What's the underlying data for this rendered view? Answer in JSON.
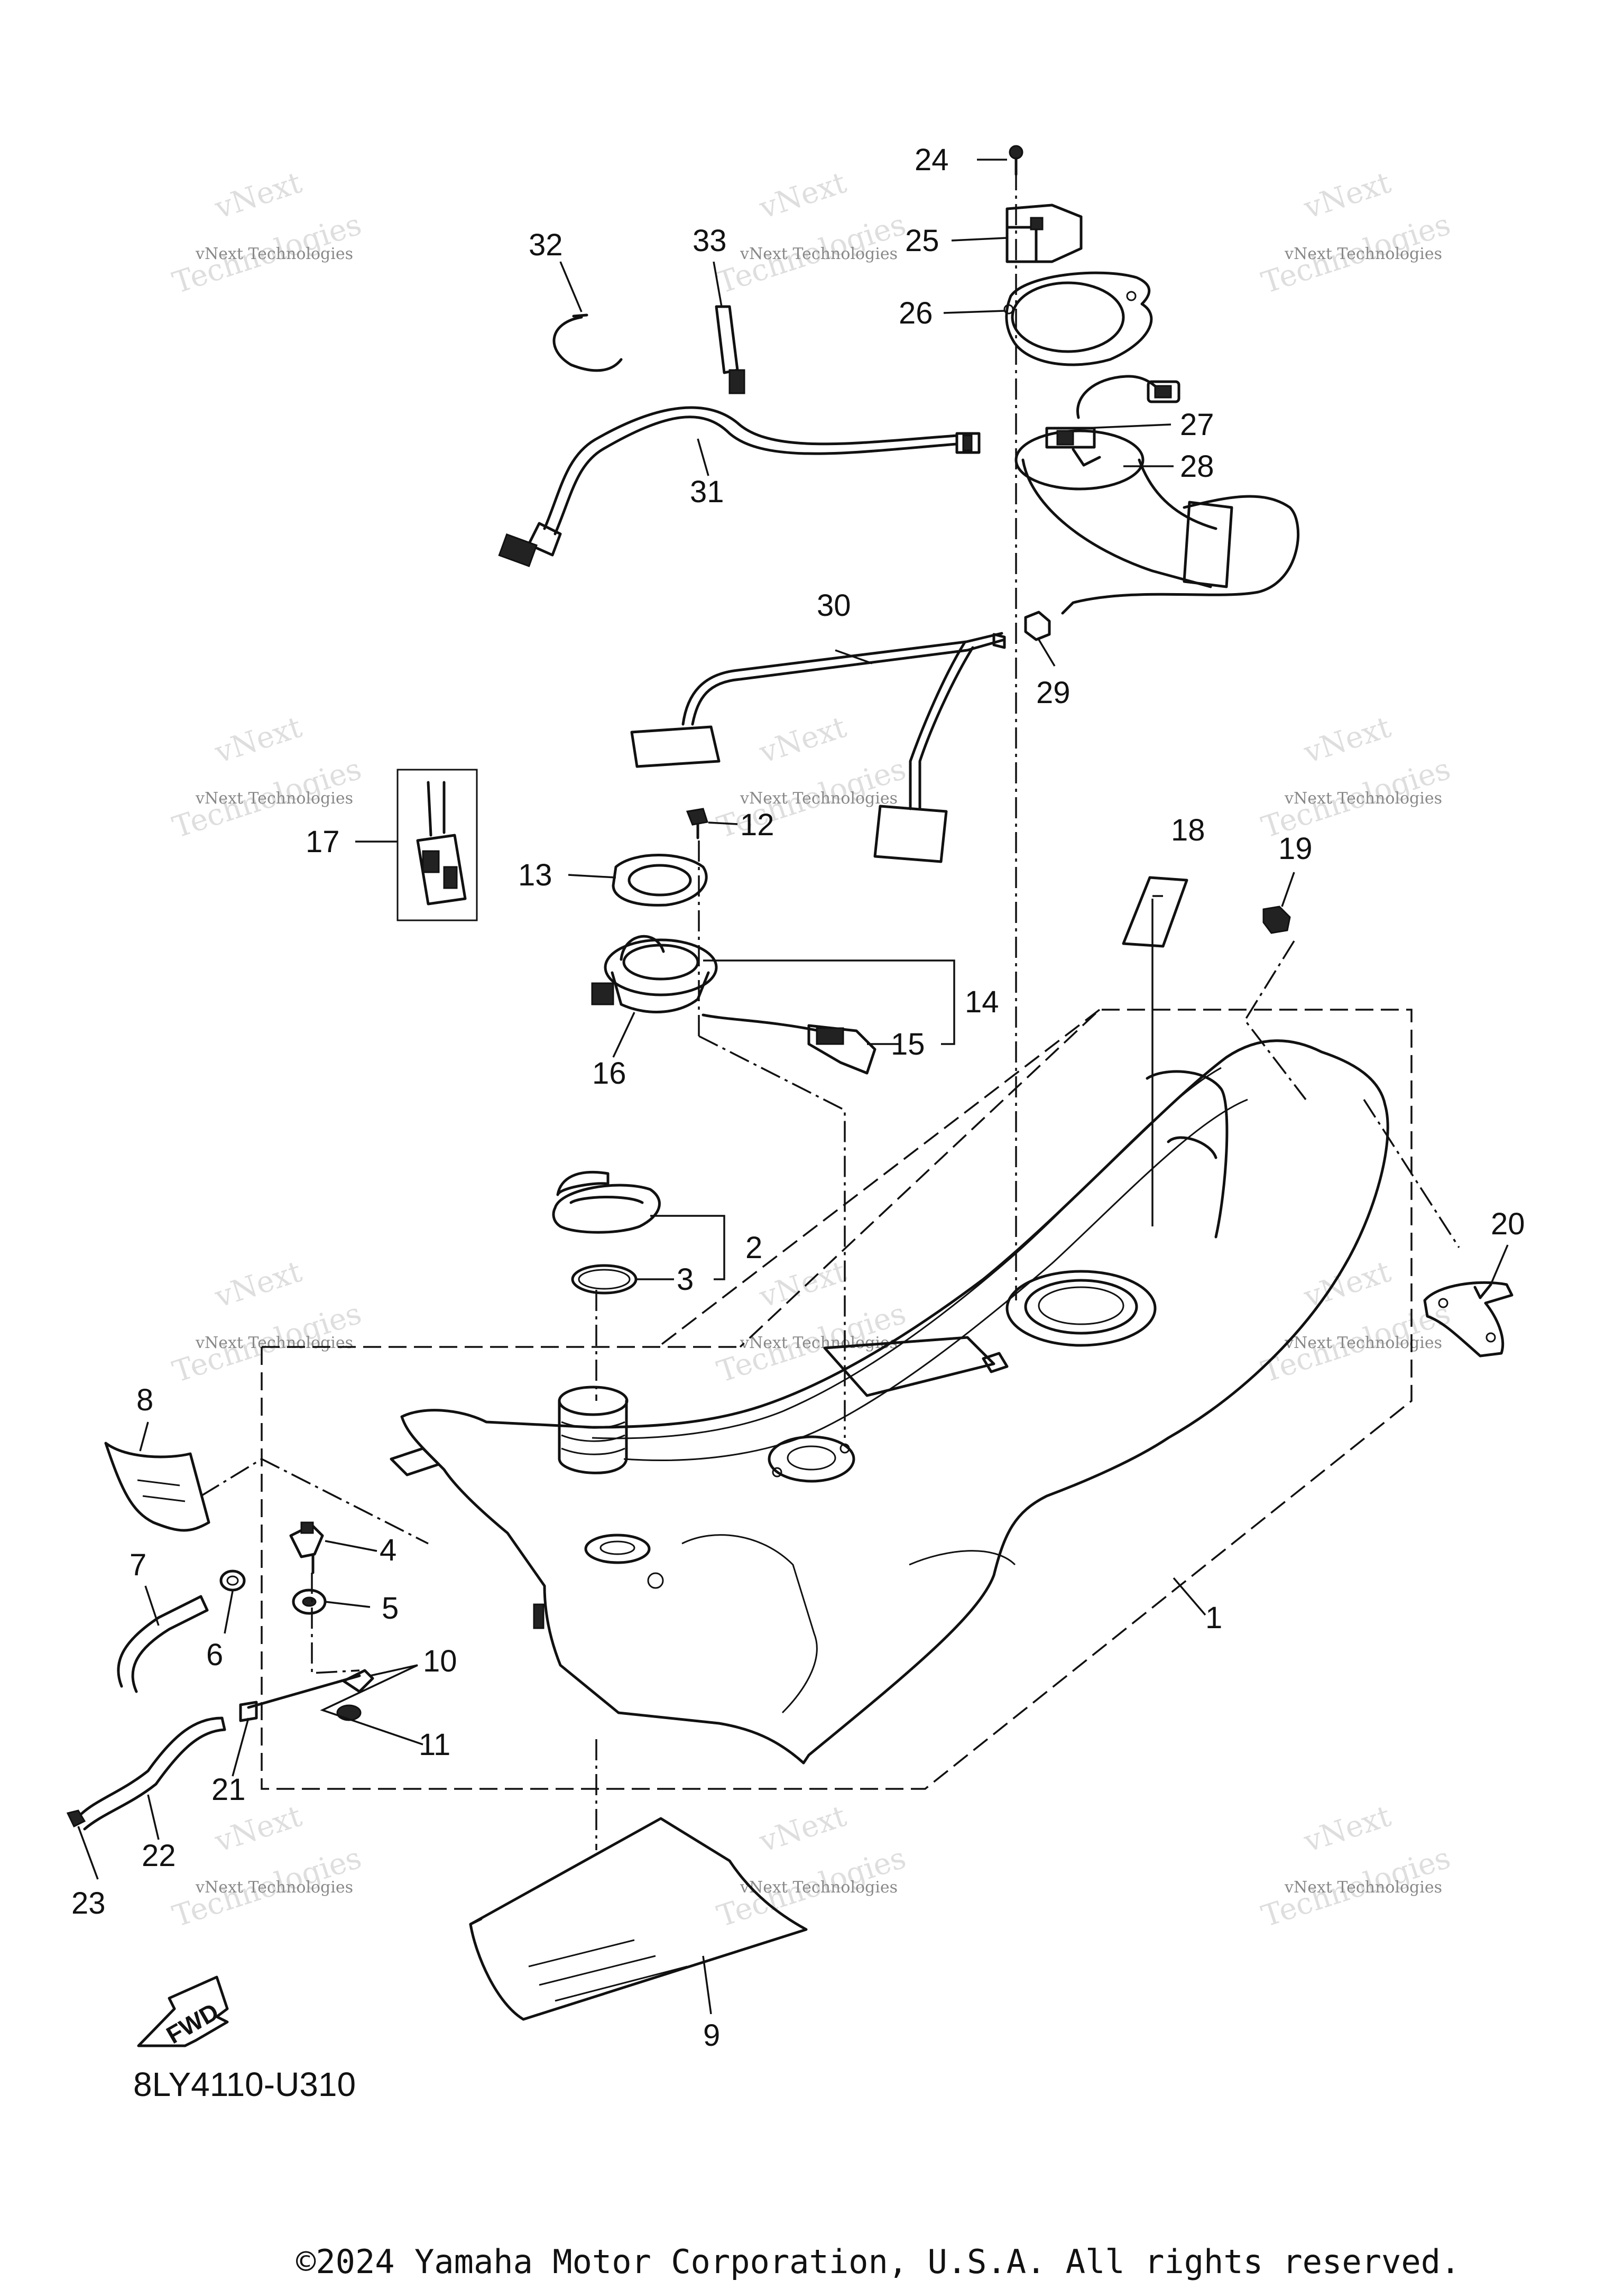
{
  "callouts": {
    "n1": "1",
    "n2": "2",
    "n3": "3",
    "n4": "4",
    "n5": "5",
    "n6": "6",
    "n7": "7",
    "n8": "8",
    "n9": "9",
    "n10": "10",
    "n11": "11",
    "n12": "12",
    "n13": "13",
    "n14": "14",
    "n15": "15",
    "n16": "16",
    "n17": "17",
    "n18": "18",
    "n19": "19",
    "n20": "20",
    "n21": "21",
    "n22": "22",
    "n23": "23",
    "n24": "24",
    "n25": "25",
    "n26": "26",
    "n27": "27",
    "n28": "28",
    "n29": "29",
    "n30": "30",
    "n31": "31",
    "n32": "32",
    "n33": "33"
  },
  "watermark": {
    "line1": "vNext Technologies",
    "line2": "vNext",
    "line3": "Technologies"
  },
  "fwd_label": "FWD",
  "diagram_code": "8LY4110-U310",
  "copyright": "©2024 Yamaha Motor Corporation, U.S.A. All rights reserved."
}
